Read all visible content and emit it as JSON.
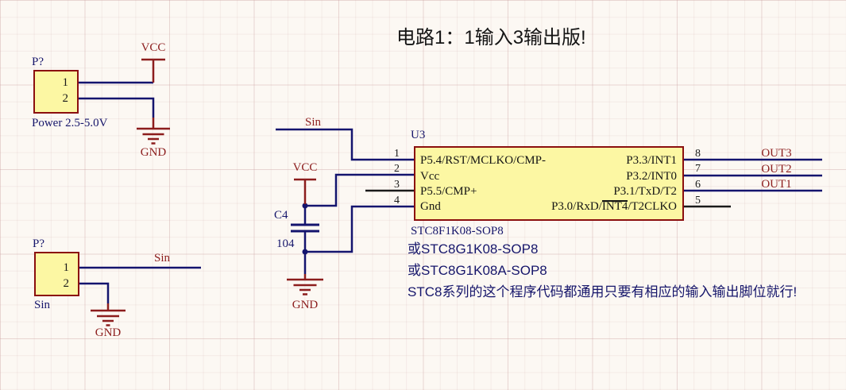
{
  "title": "电路1：1输入3输出版!",
  "colors": {
    "wire": "#14146e",
    "power_symbol": "#8c1d1d",
    "component_fill": "#fcf7a3",
    "component_border": "#8b0f0f",
    "label_blue": "#16166b",
    "net_label": "#8c1d1d",
    "pin_text": "#141414"
  },
  "power_connector": {
    "designator": "P?",
    "pin1": "1",
    "pin2": "2",
    "label": "Power 2.5-5.0V",
    "vcc_label": "VCC",
    "gnd_label": "GND"
  },
  "signal_connector": {
    "designator": "P?",
    "pin1": "1",
    "pin2": "2",
    "label": "Sin",
    "net_label": "Sin",
    "gnd_label": "GND"
  },
  "input_net": {
    "label": "Sin"
  },
  "capacitor": {
    "designator": "C4",
    "value": "104",
    "vcc_label": "VCC",
    "gnd_label": "GND"
  },
  "chip": {
    "designator": "U3",
    "left_pins": [
      {
        "num": "1",
        "name": "P5.4/RST/MCLKO/CMP-"
      },
      {
        "num": "2",
        "name": "Vcc"
      },
      {
        "num": "3",
        "name": "P5.5/CMP+"
      },
      {
        "num": "4",
        "name": "Gnd"
      }
    ],
    "right_pins": [
      {
        "num": "8",
        "name": "P3.3/INT1",
        "net": "OUT3"
      },
      {
        "num": "7",
        "name": "P3.2/INT0",
        "net": "OUT2"
      },
      {
        "num": "6",
        "name": "P3.1/TxD/T2",
        "net": "OUT1"
      },
      {
        "num": "5",
        "name_pre": "P3.0/RxD/",
        "name_ov": "INT4",
        "name_post": "/T2CLKO"
      }
    ]
  },
  "notes": {
    "line1": "STC8F1K08-SOP8",
    "line2": "或STC8G1K08-SOP8",
    "line3": "或STC8G1K08A-SOP8",
    "line4": "STC8系列的这个程序代码都通用只要有相应的输入输出脚位就行!"
  }
}
